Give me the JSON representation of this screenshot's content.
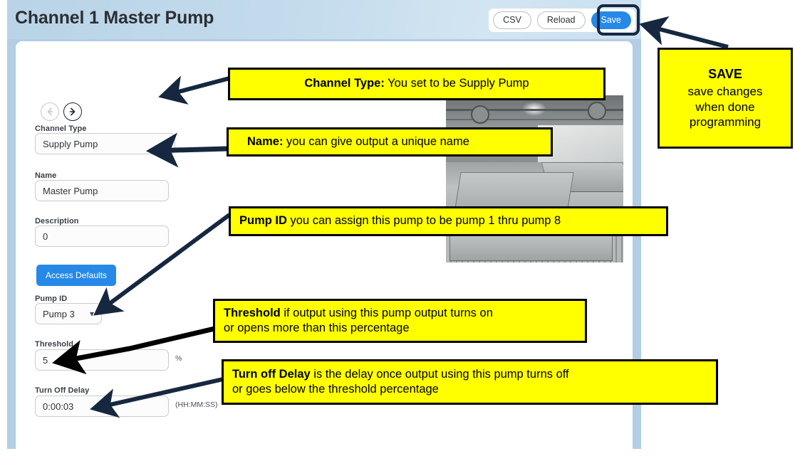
{
  "header": {
    "title": "Channel 1 Master Pump",
    "buttons": [
      {
        "label": "CSV",
        "name": "csv-button"
      },
      {
        "label": "Reload",
        "name": "reload-button"
      },
      {
        "label": "Save",
        "name": "save-button"
      }
    ]
  },
  "nav": {
    "back_icon": "arrow-left-icon",
    "forward_icon": "arrow-right-icon"
  },
  "form": {
    "channel_type": {
      "label": "Channel Type",
      "value": "Supply Pump"
    },
    "name": {
      "label": "Name",
      "value": "Master Pump"
    },
    "description": {
      "label": "Description",
      "value": "0"
    },
    "access_defaults": {
      "label": "Access Defaults"
    },
    "pump_id": {
      "label": "Pump ID",
      "value": "Pump 3"
    },
    "threshold": {
      "label": "Threshold",
      "value": "5",
      "unit": "%"
    },
    "turn_off_delay": {
      "label": "Turn Off Delay",
      "value": "0:00:03",
      "unit": "(HH:MM:SS)"
    }
  },
  "annotations": {
    "save": {
      "title": "SAVE",
      "line1": "save changes",
      "line2": "when done",
      "line3": "programming"
    },
    "channel_type": {
      "bold": "Channel Type:",
      "text": " You set to be Supply Pump"
    },
    "name": {
      "bold": "Name:",
      "text": "  you can give output a unique name"
    },
    "pump_id": {
      "bold": "Pump ID",
      "text": "  you can assign this pump to be pump 1 thru pump 8"
    },
    "threshold": {
      "bold": "Threshold",
      "line1": " if output using this pump output turns on",
      "line2": "or opens more than this percentage"
    },
    "turn_off_delay": {
      "bold": "Turn off Delay",
      "line1": " is the delay once output using this pump turns off",
      "line2": "or goes below the threshold percentage"
    }
  },
  "colors": {
    "accent_blue": "#2689e8",
    "panel_blue": "#b2cde4",
    "callout_yellow": "#ffff00",
    "annotation_navy": "#16283f"
  },
  "photo": {
    "name": "greenhouse-facility-photo"
  }
}
